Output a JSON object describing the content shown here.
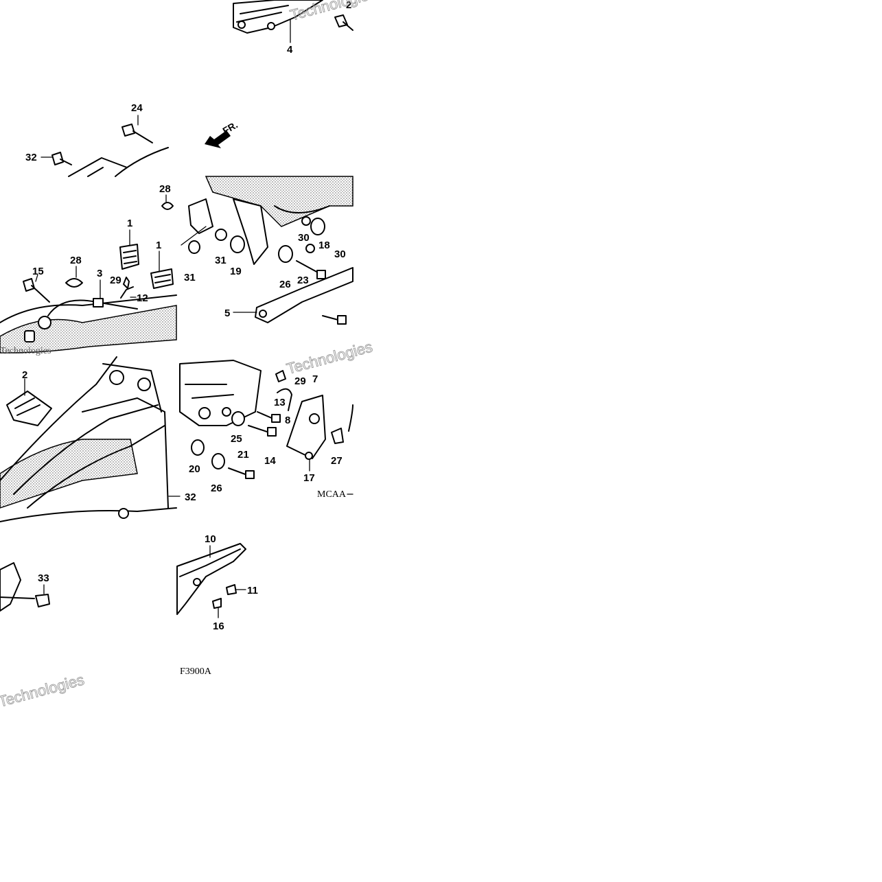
{
  "callouts": [
    {
      "id": "c4",
      "label": "4"
    },
    {
      "id": "c2a",
      "label": "2"
    },
    {
      "id": "c24",
      "label": "24"
    },
    {
      "id": "c32a",
      "label": "32"
    },
    {
      "id": "c28a",
      "label": "28"
    },
    {
      "id": "c1a",
      "label": "1"
    },
    {
      "id": "c1b",
      "label": "1"
    },
    {
      "id": "c28b",
      "label": "28"
    },
    {
      "id": "c15",
      "label": "15"
    },
    {
      "id": "c3",
      "label": "3"
    },
    {
      "id": "c29a",
      "label": "29"
    },
    {
      "id": "c12",
      "label": "12"
    },
    {
      "id": "c30a",
      "label": "30"
    },
    {
      "id": "c18",
      "label": "18"
    },
    {
      "id": "c30b",
      "label": "30"
    },
    {
      "id": "c31a",
      "label": "31"
    },
    {
      "id": "c19",
      "label": "19"
    },
    {
      "id": "c31b",
      "label": "31"
    },
    {
      "id": "c26a",
      "label": "26"
    },
    {
      "id": "c23",
      "label": "23"
    },
    {
      "id": "c5",
      "label": "5"
    },
    {
      "id": "c2b",
      "label": "2"
    },
    {
      "id": "c29b",
      "label": "29"
    },
    {
      "id": "c7",
      "label": "7"
    },
    {
      "id": "c13",
      "label": "13"
    },
    {
      "id": "c8",
      "label": "8"
    },
    {
      "id": "c25",
      "label": "25"
    },
    {
      "id": "c14",
      "label": "14"
    },
    {
      "id": "c27",
      "label": "27"
    },
    {
      "id": "c21",
      "label": "21"
    },
    {
      "id": "c20",
      "label": "20"
    },
    {
      "id": "c26b",
      "label": "26"
    },
    {
      "id": "c17",
      "label": "17"
    },
    {
      "id": "c32b",
      "label": "32"
    },
    {
      "id": "c10",
      "label": "10"
    },
    {
      "id": "c33",
      "label": "33"
    },
    {
      "id": "c11",
      "label": "11"
    },
    {
      "id": "c16",
      "label": "16"
    }
  ],
  "direction_arrow": "FR.",
  "codes": {
    "mcaa": "MCAA",
    "figure": "F3900A"
  },
  "watermark_text": "Technologies"
}
